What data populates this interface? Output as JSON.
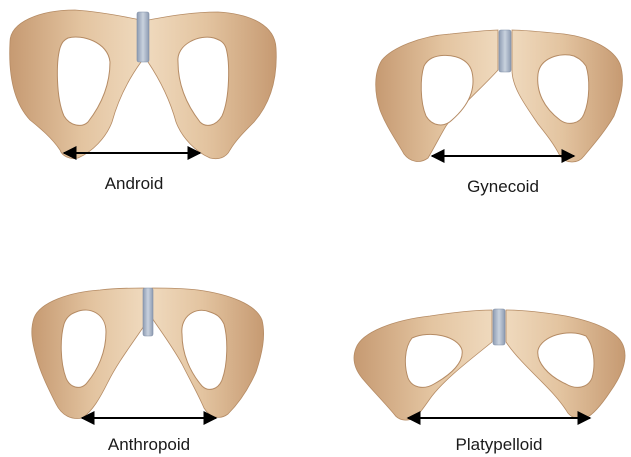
{
  "figure": {
    "colors": {
      "bone": "#e9cfb0",
      "bone_shadow": "#c9a07a",
      "bone_dark": "#b98c64",
      "outline": "#a9825f",
      "symphysis": "#9aa8bd",
      "symphysis_light": "#c9d2de",
      "arrow": "#000000",
      "background": "#ffffff"
    },
    "panels": [
      {
        "id": "android",
        "label": "Android",
        "icon": "android-pelvis-illustration"
      },
      {
        "id": "gynecoid",
        "label": "Gynecoid",
        "icon": "gynecoid-pelvis-illustration"
      },
      {
        "id": "anthropoid",
        "label": "Anthropoid",
        "icon": "anthropoid-pelvis-illustration"
      },
      {
        "id": "platypelloid",
        "label": "Platypelloid",
        "icon": "platypelloid-pelvis-illustration"
      }
    ]
  }
}
